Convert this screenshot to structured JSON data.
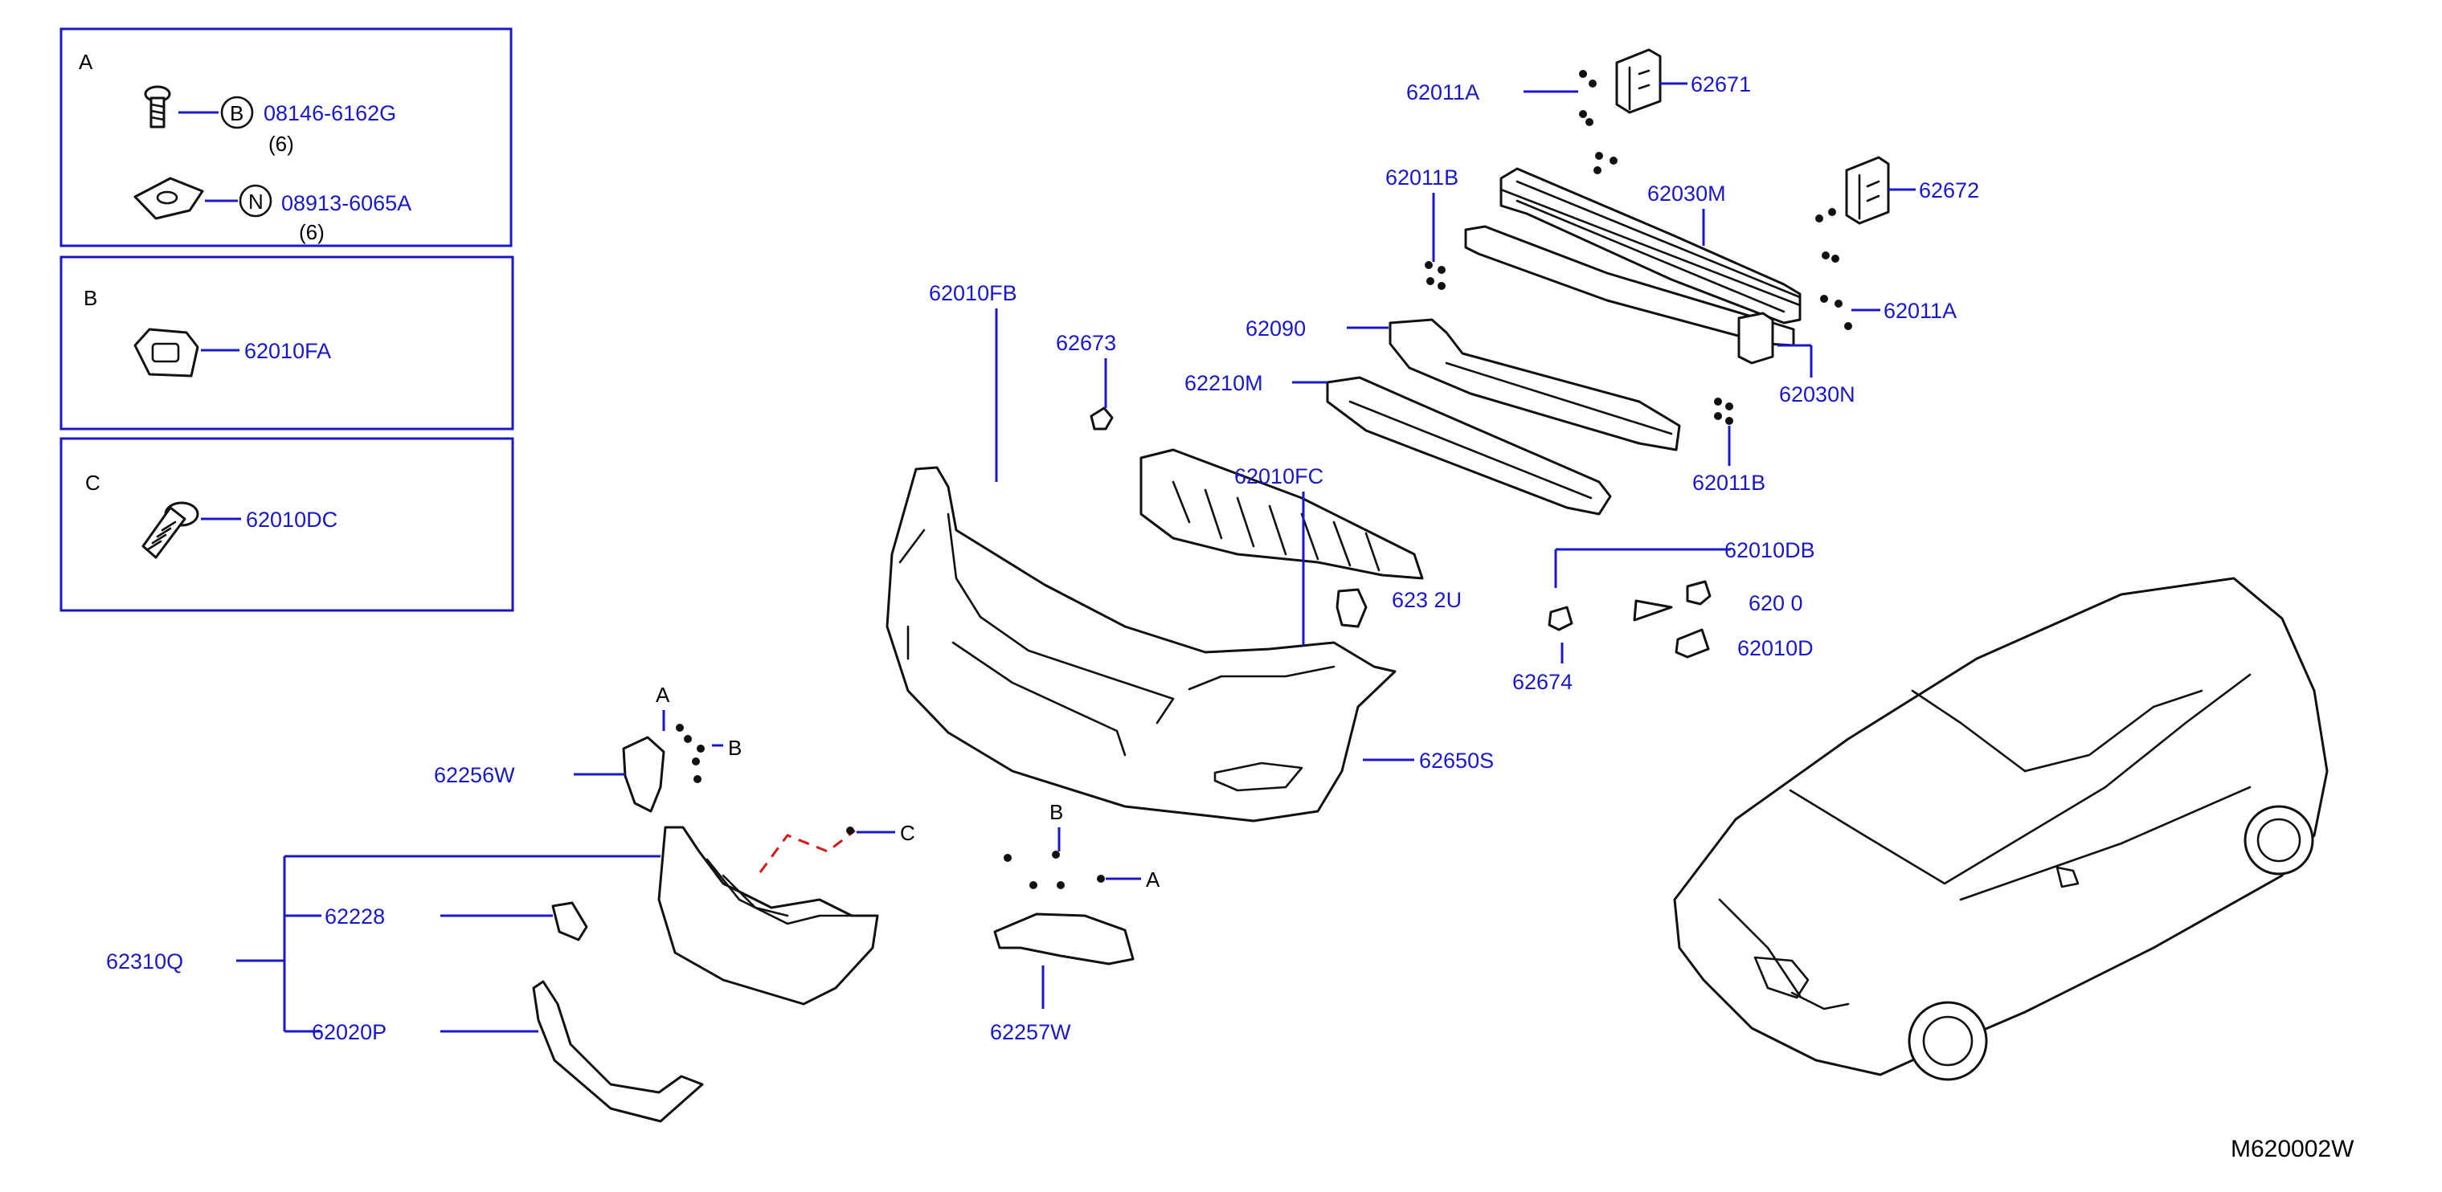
{
  "diagram_code": "M620002W",
  "detail_boxes": {
    "A": {
      "letter": "A",
      "bolt_circle": "B",
      "bolt_part": "08146-6162G",
      "bolt_qty": "(6)",
      "nut_circle": "N",
      "nut_part": "08913-6065A",
      "nut_qty": "(6)"
    },
    "B": {
      "letter": "B",
      "part": "62010FA"
    },
    "C": {
      "letter": "C",
      "part": "62010DC"
    }
  },
  "callouts": {
    "p62011A_top": "62011A",
    "p62671": "62671",
    "p62011B_top": "62011B",
    "p62030M": "62030M",
    "p62672": "62672",
    "p62011A_right": "62011A",
    "p62010FB": "62010FB",
    "p62673": "62673",
    "p62090": "62090",
    "p62030N": "62030N",
    "p62210M": "62210M",
    "p62010FC": "62010FC",
    "p62011B_bottom": "62011B",
    "p623_2U": "623 2U",
    "p62010DB": "62010DB",
    "p620_0_": "620 0",
    "p62010D": "62010D",
    "p62674": "62674",
    "p62650S": "62650S",
    "p62256W": "62256W",
    "p62310Q": "62310Q",
    "p62228": "62228",
    "p62020P": "62020P",
    "p62257W": "62257W"
  },
  "ref_letters": {
    "a1": "A",
    "b1": "B",
    "c1": "C",
    "b2": "B",
    "a2": "A"
  }
}
